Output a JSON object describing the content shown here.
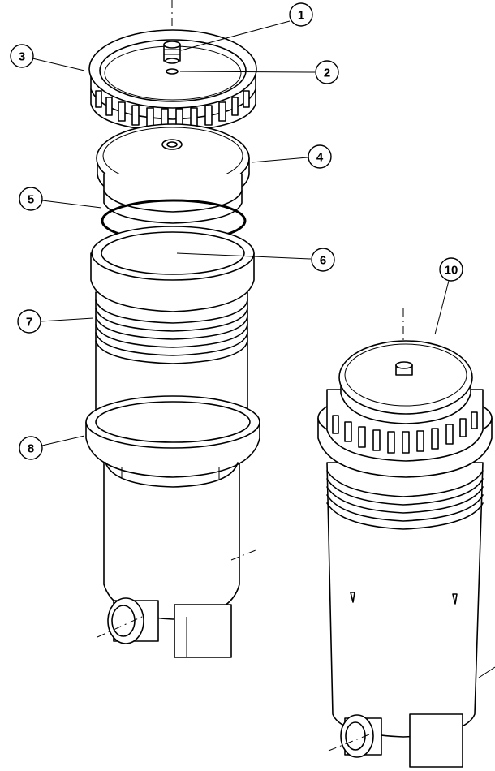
{
  "callouts": [
    {
      "id": "1",
      "label": "1"
    },
    {
      "id": "2",
      "label": "2"
    },
    {
      "id": "3",
      "label": "3"
    },
    {
      "id": "4",
      "label": "4"
    },
    {
      "id": "5",
      "label": "5"
    },
    {
      "id": "6",
      "label": "6"
    },
    {
      "id": "7",
      "label": "7"
    },
    {
      "id": "8",
      "label": "8"
    },
    {
      "id": "10",
      "label": "10"
    }
  ]
}
